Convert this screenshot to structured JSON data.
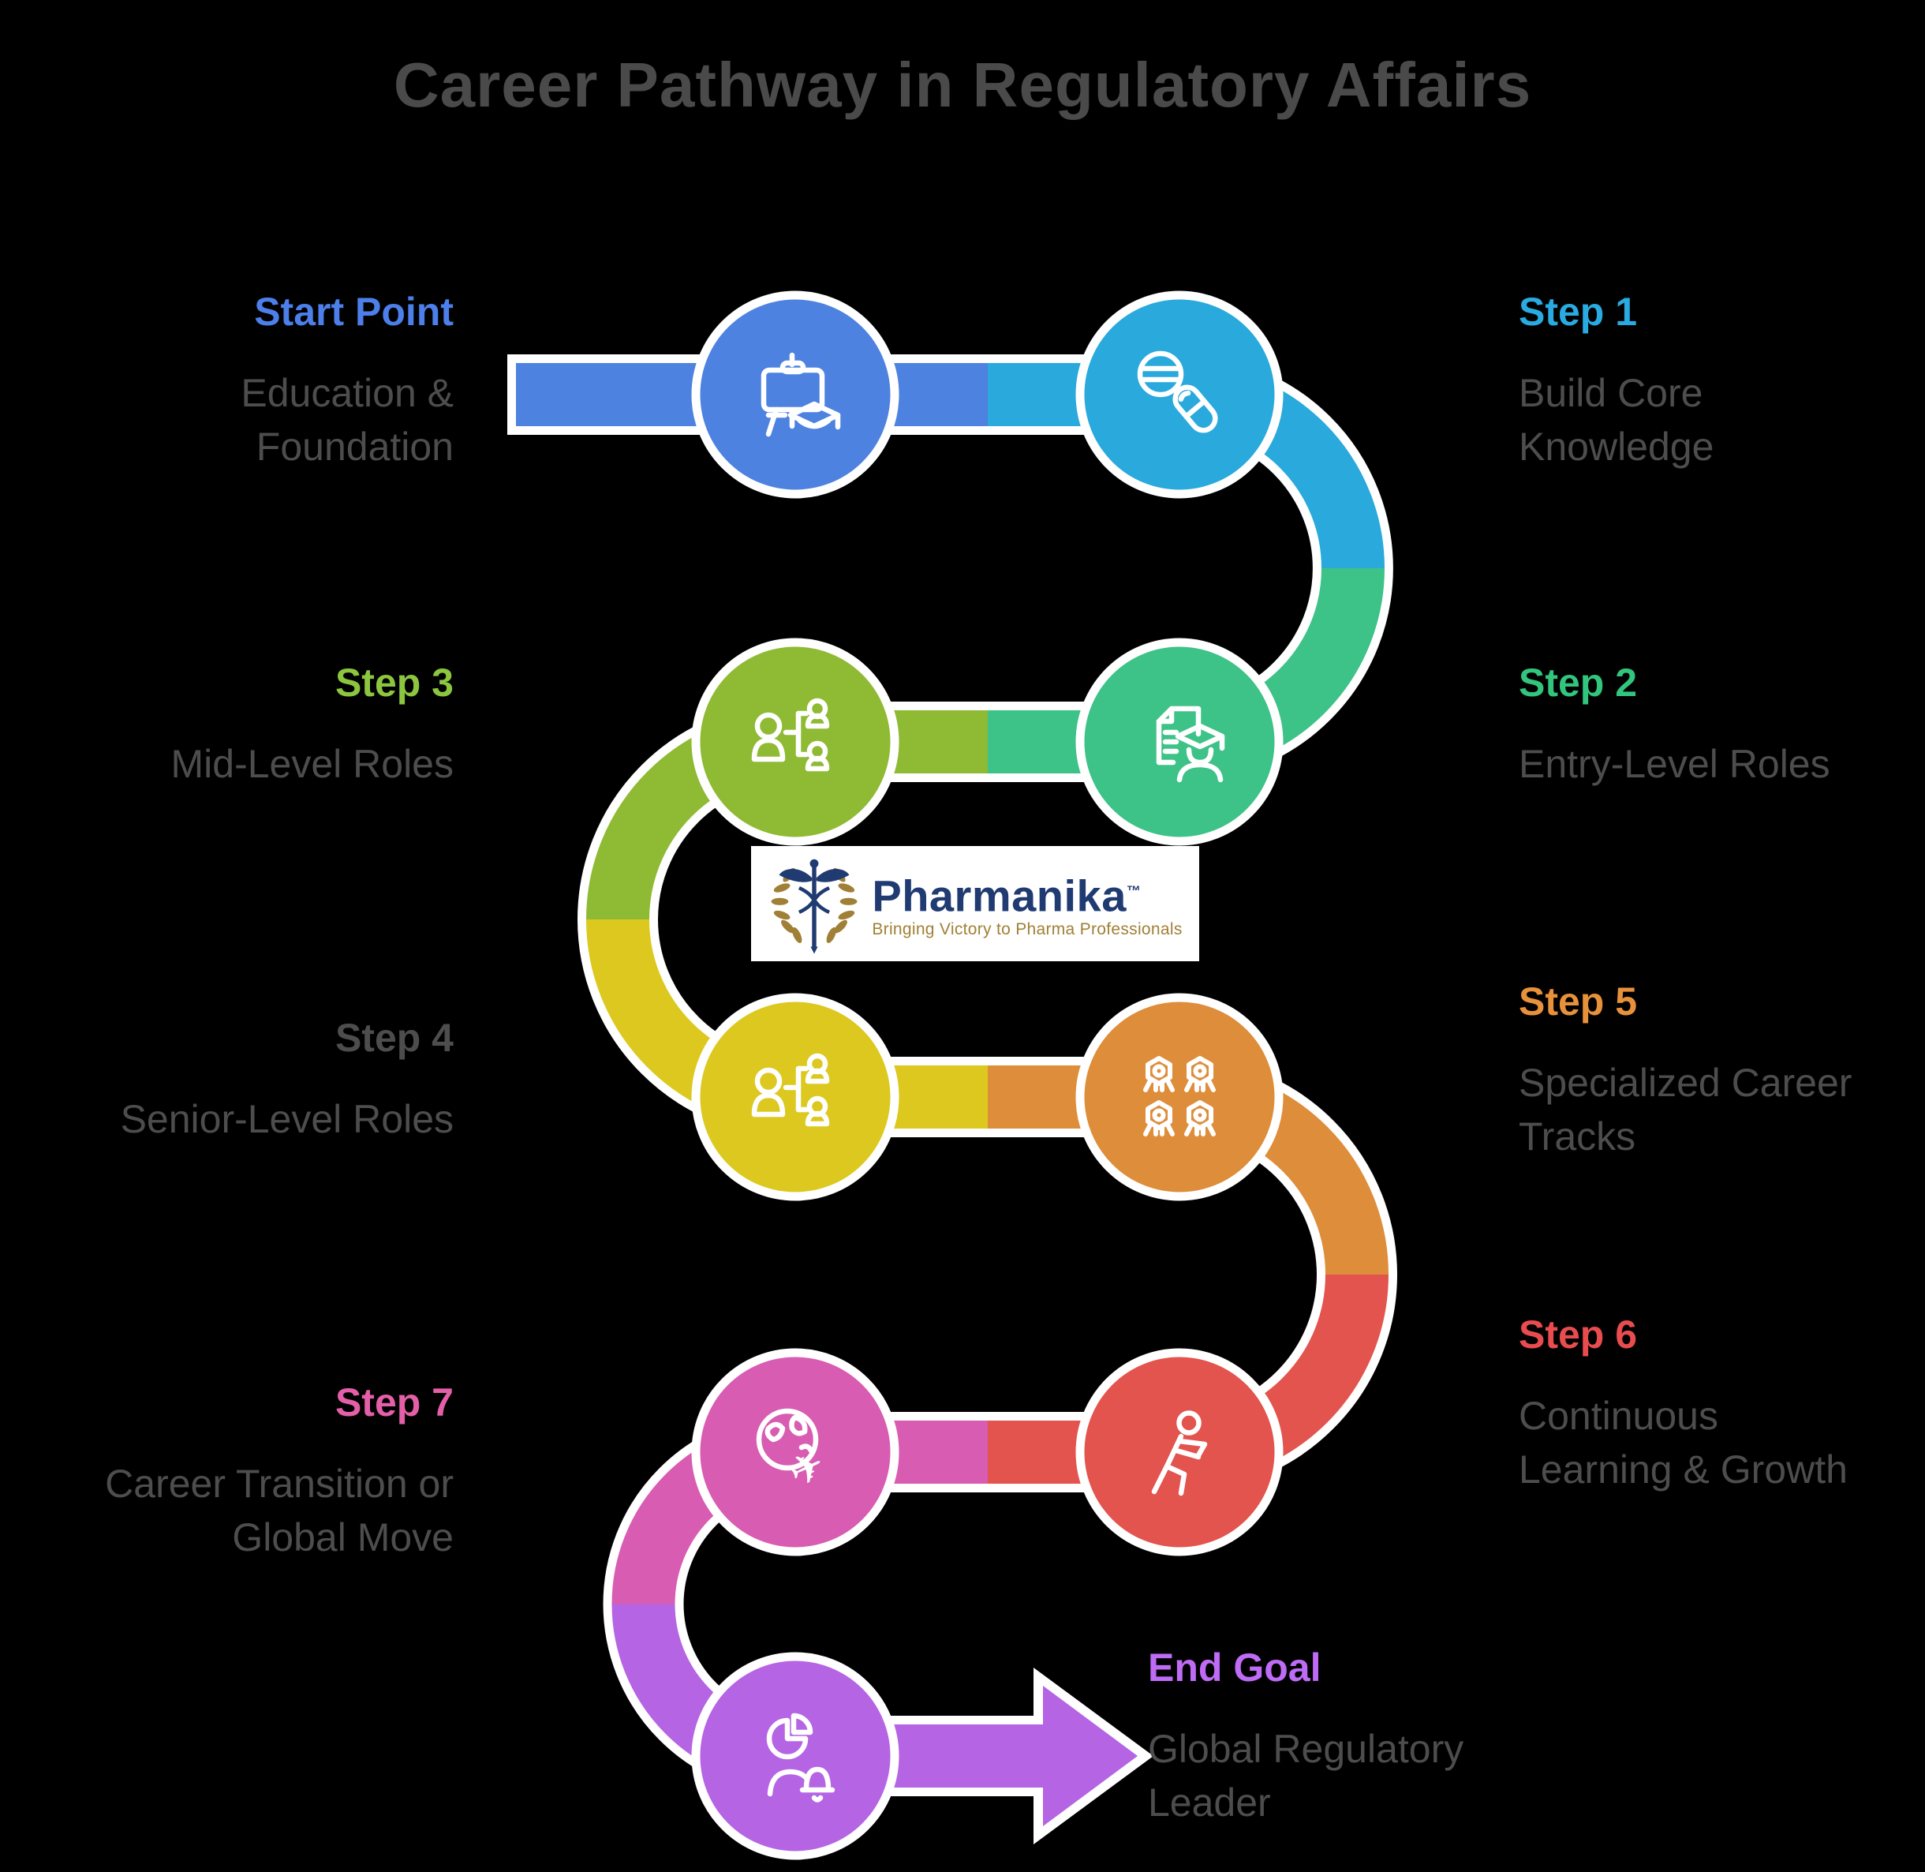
{
  "title": "Career Pathway in Regulatory Affairs",
  "logo": {
    "brand": "Pharmanika",
    "trademark": "™",
    "tagline": "Bringing Victory to Pharma Professionals"
  },
  "colors": {
    "background": "#000000",
    "title_text": "#4A4A4A",
    "body_text": "#4D4D4D",
    "white": "#FFFFFF",
    "blue": "#4D82E0",
    "blue_text": "#4C7FE9",
    "cyan": "#29A9DC",
    "cyan_text": "#29ABE2",
    "green": "#3DC287",
    "green_text": "#31C57D",
    "olive": "#8FBA33",
    "olive_text": "#8CC63F",
    "yellow": "#DCC81E",
    "step4_text": "#4D4D4D",
    "orange": "#DE8D3A",
    "orange_text": "#E8913B",
    "red": "#E2544D",
    "red_text": "#E84C4F",
    "pink": "#D85CB2",
    "pink_text": "#E45FA8",
    "purple": "#B564E3",
    "purple_text": "#BE6BF5",
    "logo_navy": "#203A72",
    "logo_gold": "#A08036"
  },
  "nodes": {
    "start": {
      "label": "Start Point",
      "line1": "Education &",
      "line2": "Foundation",
      "icon": "presentation-graduation"
    },
    "step1": {
      "label": "Step 1",
      "line1": "Build Core",
      "line2": "Knowledge",
      "icon": "pills"
    },
    "step2": {
      "label": "Step 2",
      "line1": "Entry-Level Roles",
      "icon": "document-graduate"
    },
    "step3": {
      "label": "Step 3",
      "line1": "Mid-Level Roles",
      "icon": "org-chart"
    },
    "step4": {
      "label": "Step 4",
      "line1": "Senior-Level Roles",
      "icon": "org-chart"
    },
    "step5": {
      "label": "Step 5",
      "line1": "Specialized Career",
      "line2": "Tracks",
      "icon": "nanobots"
    },
    "step6": {
      "label": "Step 6",
      "line1": "Continuous",
      "line2": "Learning & Growth",
      "icon": "exercise-person"
    },
    "step7": {
      "label": "Step 7",
      "line1": "Career Transition or",
      "line2": "Global Move",
      "icon": "globe-airplane"
    },
    "end": {
      "label": "End Goal",
      "line1": "Global Regulatory",
      "line2": "Leader",
      "icon": "person-pie-bell"
    }
  }
}
